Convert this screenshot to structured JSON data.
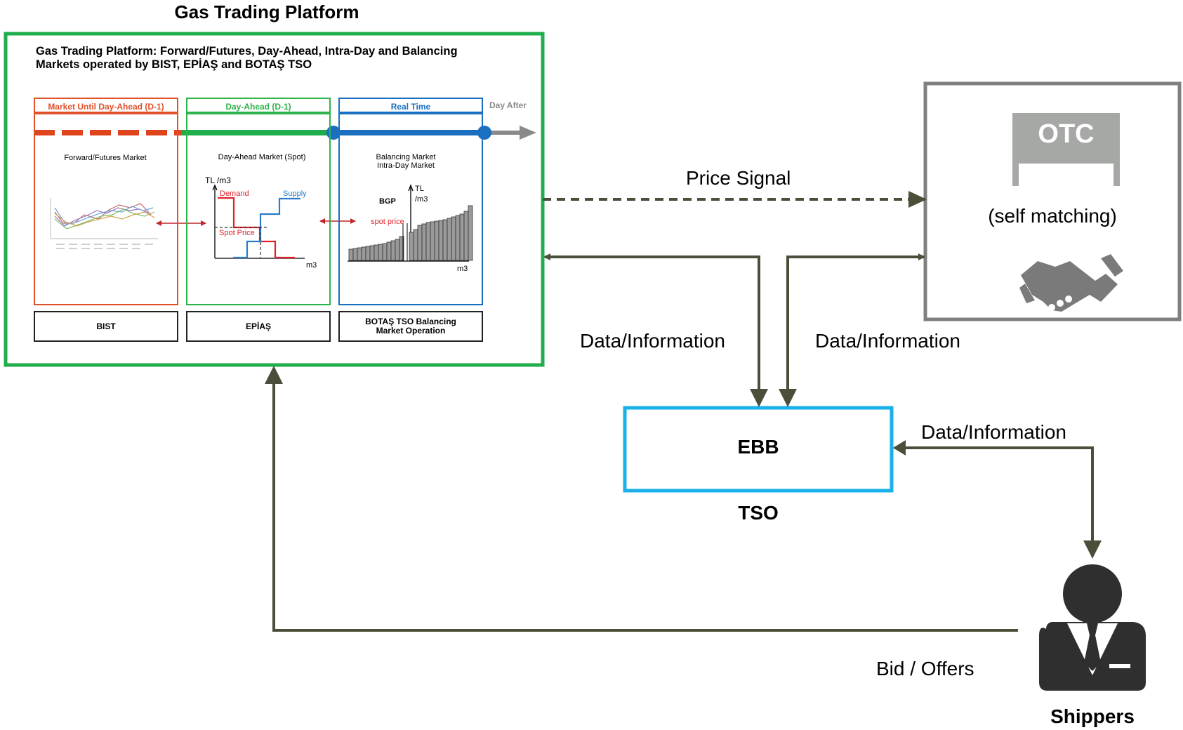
{
  "title": "Gas Trading Platform",
  "platform": {
    "heading": "Gas Trading Platform: Forward/Futures, Day-Ahead, Intra-Day and Balancing Markets operated by BIST, EPİAŞ and BOTAŞ TSO",
    "columns": [
      {
        "header": "Market Until Day-Ahead (D-1)",
        "market": "Forward/Futures Market",
        "operator": "BIST",
        "color": "#e0522a"
      },
      {
        "header": "Day-Ahead (D-1)",
        "market": "Day-Ahead Market (Spot)",
        "operator": "EPİAŞ",
        "color": "#2db34a"
      },
      {
        "header": "Real Time",
        "market": "Balancing Market Intra-Day Market",
        "operator": "BOTAŞ TSO Balancing Market Operation",
        "color": "#1a6fc0"
      }
    ],
    "day_after": "Day After",
    "supply_demand": {
      "y_label": "TL /m3",
      "x_label": "m3",
      "demand": "Demand",
      "supply": "Supply",
      "spot_price": "Spot Price"
    },
    "balancing": {
      "y_label": "TL /m3",
      "x_label": "m3",
      "bgp": "BGP",
      "spot_price": "spot price"
    }
  },
  "otc": {
    "label": "OTC",
    "caption": "(self matching)"
  },
  "links": {
    "price_signal": "Price Signal",
    "data_info_left": "Data/Information",
    "data_info_right": "Data/Information",
    "data_info_shippers": "Data/Information",
    "bid_offers": "Bid / Offers"
  },
  "ebb": {
    "label": "EBB",
    "owner": "TSO"
  },
  "shippers": {
    "label": "Shippers"
  },
  "colors": {
    "platform_border": "#1fae4b",
    "otc_border": "#7f7f7f",
    "ebb_border": "#1ab1ea",
    "arrow": "#4a4f3a"
  }
}
